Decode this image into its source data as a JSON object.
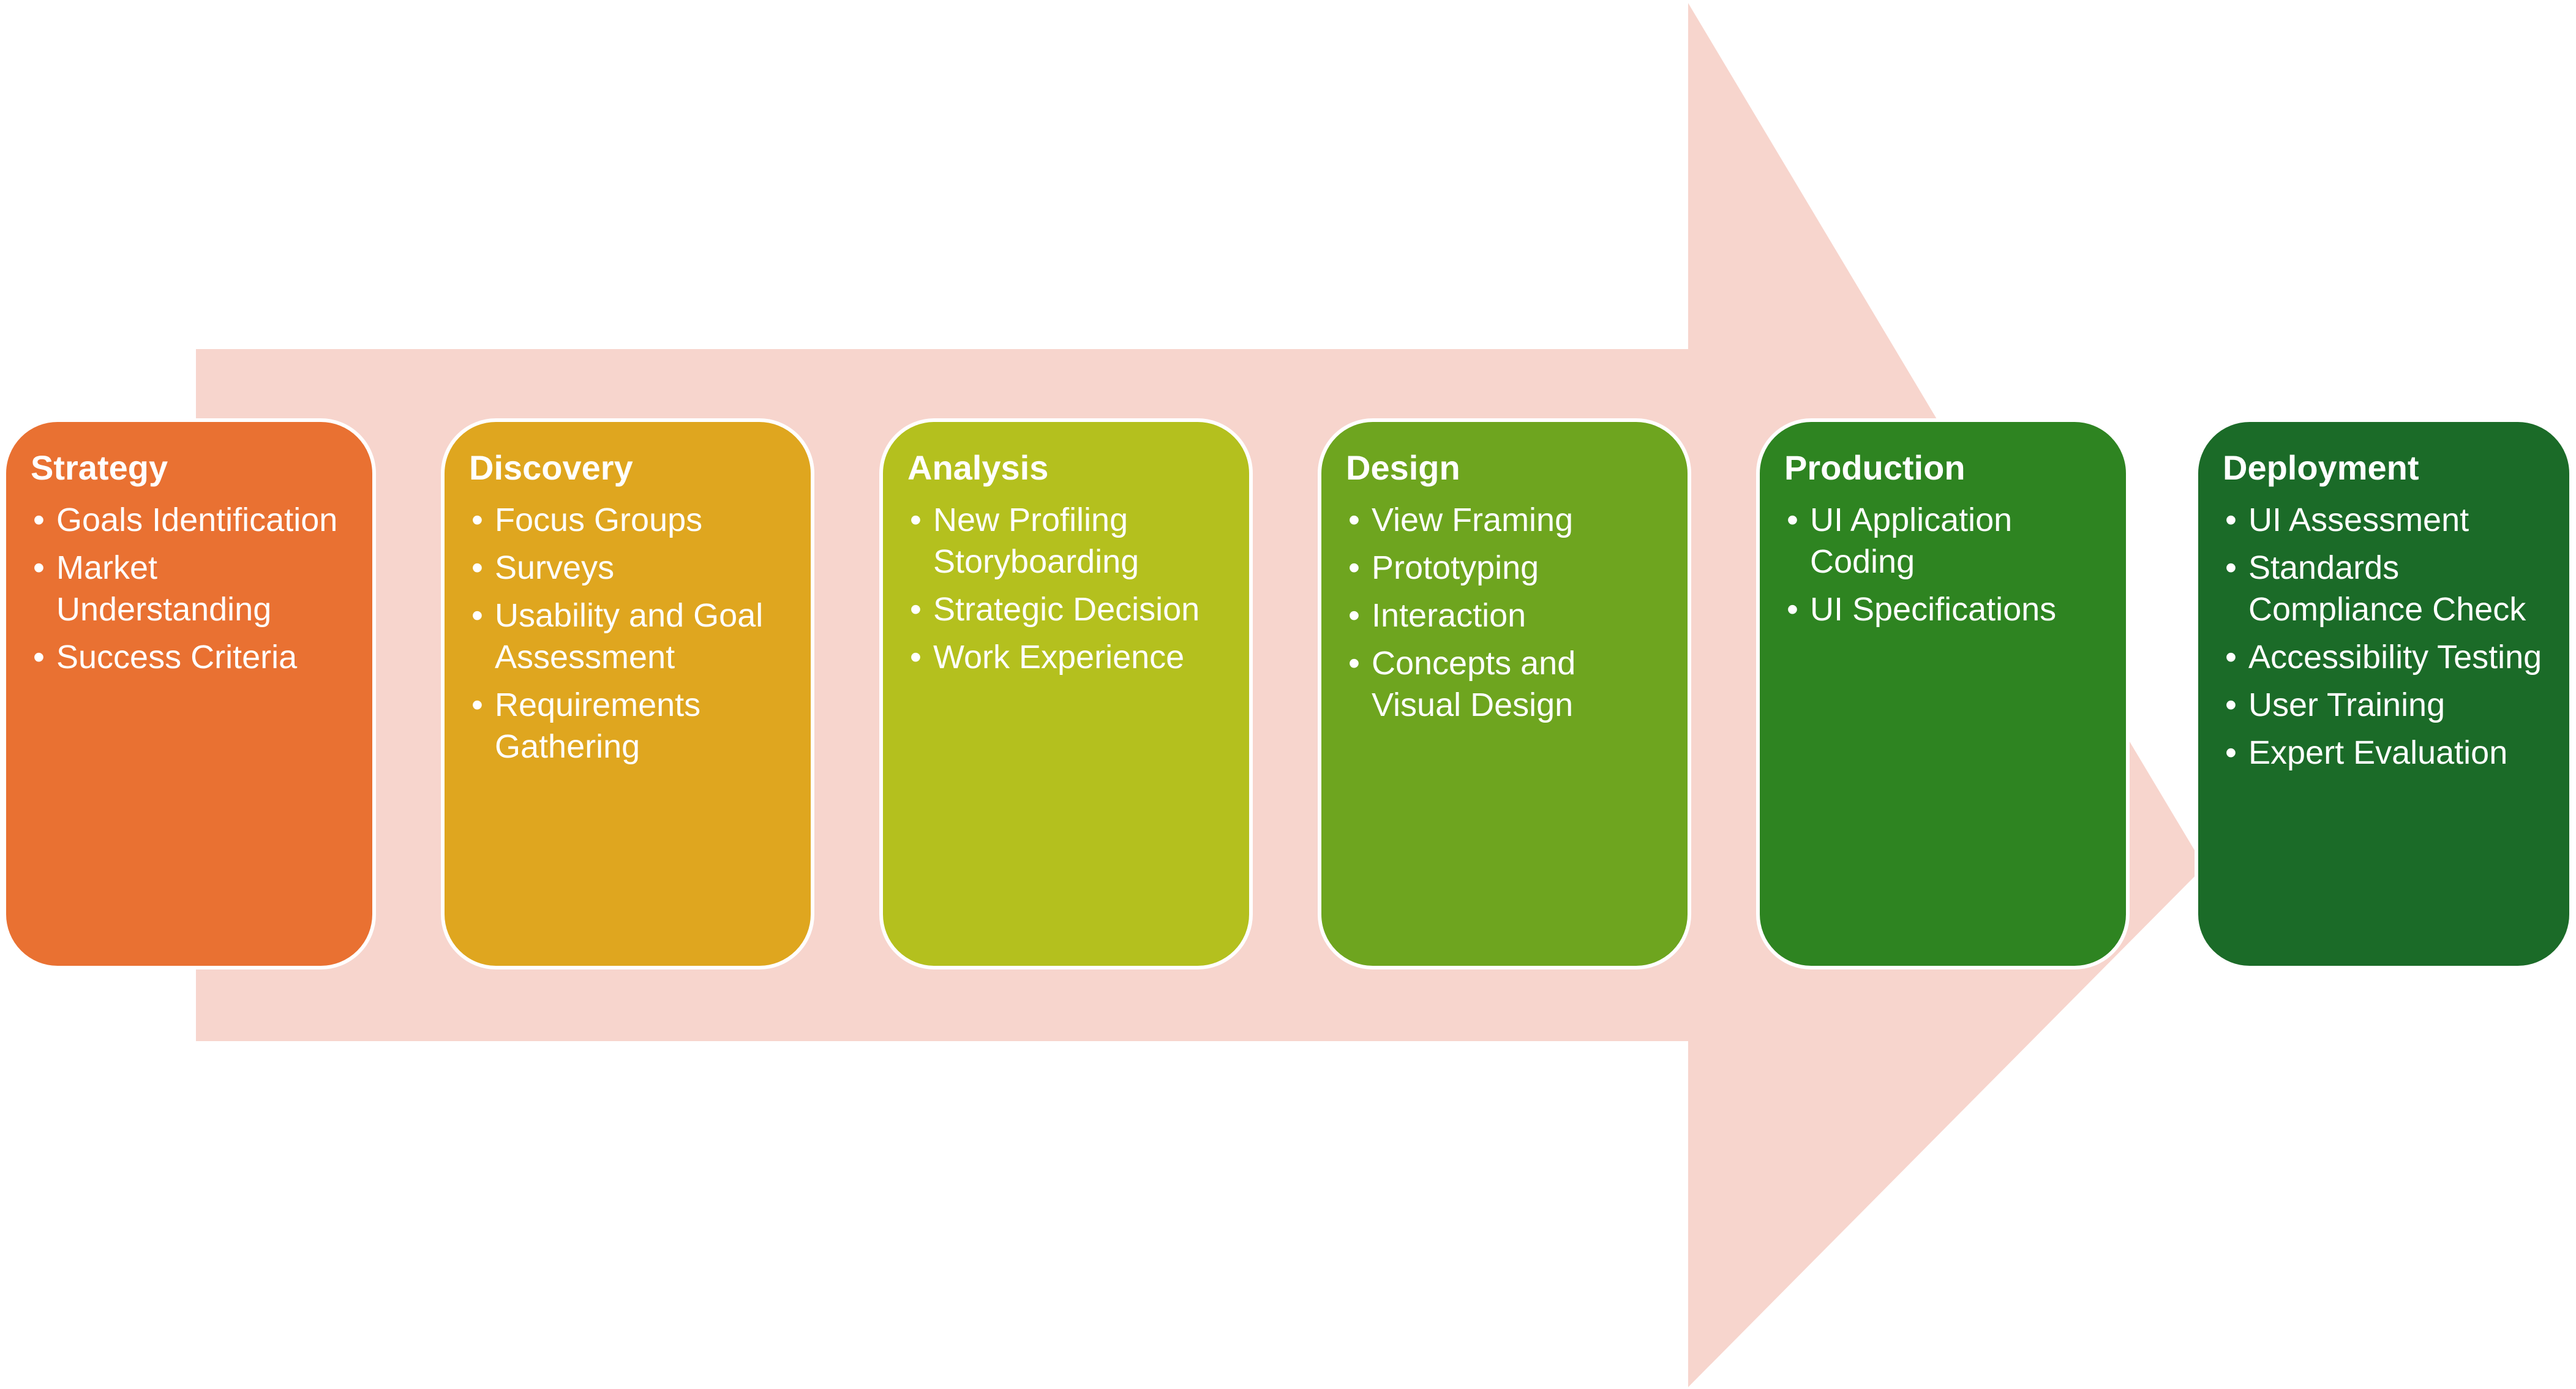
{
  "colors": {
    "arrow": "#f7d5cd",
    "box_border": "#ffffff",
    "text": "#ffffff",
    "stages": [
      "#e97132",
      "#dfa61f",
      "#b4c01e",
      "#6ea51f",
      "#2e8421",
      "#1b6b28"
    ]
  },
  "bullet": "•",
  "stages": [
    {
      "title": "Strategy",
      "items": [
        "Goals Identification",
        "Market Understanding",
        "Success Criteria"
      ]
    },
    {
      "title": "Discovery",
      "items": [
        "Focus Groups",
        "Surveys",
        "Usability and Goal Assessment",
        "Requirements Gathering"
      ]
    },
    {
      "title": "Analysis",
      "items": [
        "New Profiling Storyboarding",
        "Strategic Decision",
        "Work Experience"
      ]
    },
    {
      "title": "Design",
      "items": [
        "View Framing",
        "Prototyping",
        "Interaction",
        "Concepts and Visual Design"
      ]
    },
    {
      "title": "Production",
      "items": [
        "UI Application Coding",
        "UI Specifications"
      ]
    },
    {
      "title": "Deployment",
      "items": [
        "UI Assessment",
        "Standards Compliance Check",
        "Accessibility Testing",
        "User Training",
        "Expert Evaluation"
      ]
    }
  ]
}
